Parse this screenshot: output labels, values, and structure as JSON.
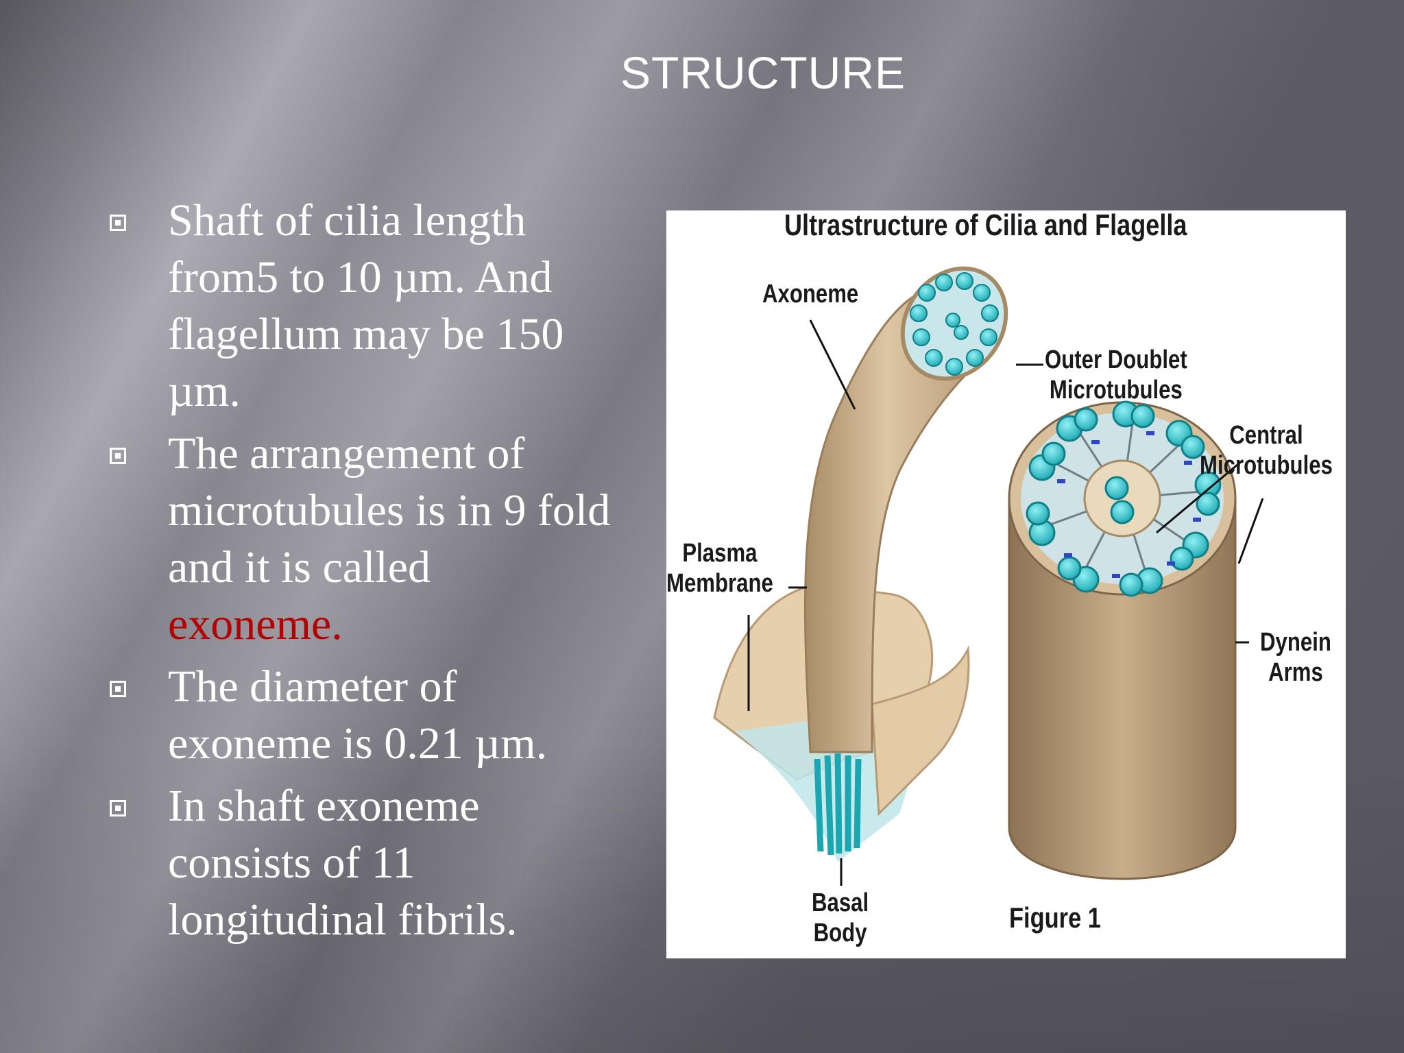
{
  "slide": {
    "title": "STRUCTURE",
    "bullets": [
      {
        "lines": [
          "Shaft of cilia length",
          "from5 to 10 µm. And",
          "flagellum may be 150",
          "µm."
        ],
        "highlight": ""
      },
      {
        "lines": [
          "The arrangement of",
          "microtubules is in 9 fold",
          "and it is called"
        ],
        "highlight": "exoneme."
      },
      {
        "lines": [
          "The diameter of",
          "exoneme is 0.21 µm."
        ],
        "highlight": ""
      },
      {
        "lines": [
          "In shaft exoneme",
          "consists of  11",
          "longitudinal fibrils."
        ],
        "highlight": ""
      }
    ]
  },
  "figure": {
    "title": "Ultrastructure of Cilia and Flagella",
    "labels": {
      "axoneme": "Axoneme",
      "outer_doublet_1": "Outer Doublet",
      "outer_doublet_2": "Microtubules",
      "central_1": "Central",
      "central_2": "Microtubules",
      "plasma_1": "Plasma",
      "plasma_2": "Membrane",
      "dynein_1": "Dynein",
      "dynein_2": "Arms",
      "basal_1": "Basal",
      "basal_2": "Body",
      "caption": "Figure 1"
    }
  },
  "colors": {
    "text": "#ffffff",
    "highlight": "#b40000",
    "membrane": "#cdb491",
    "microtubule": "#2ec4cc"
  }
}
